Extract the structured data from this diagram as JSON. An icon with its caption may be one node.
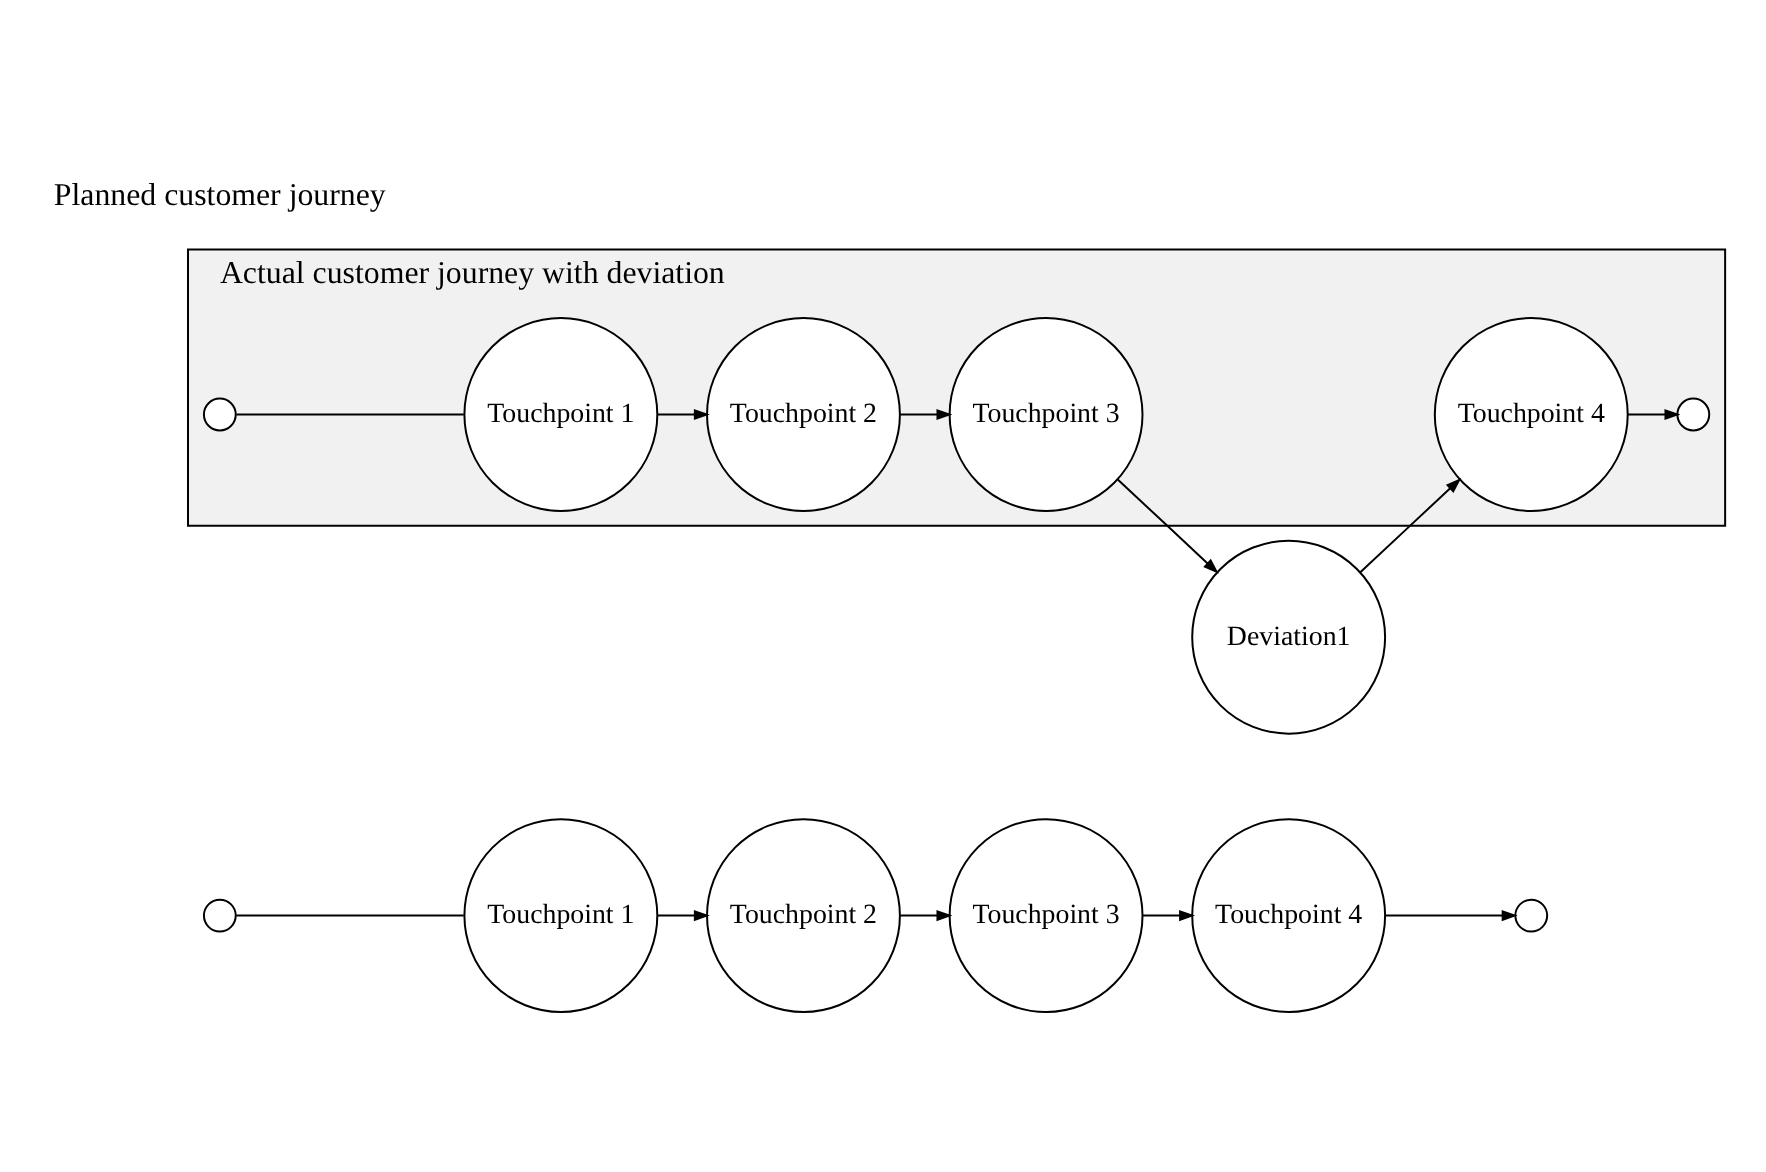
{
  "diagram": {
    "nodes": [
      {
        "text": [],
        "shape": "circle"
      },
      {
        "text": [
          "Touchpoint 1"
        ]
      },
      {
        "text": [
          "Touchpoint 2"
        ]
      },
      {
        "text": [
          "Touchpoint 3"
        ]
      },
      {
        "text": [
          "Touchpoint 4"
        ]
      },
      {
        "text": [],
        "shape": "circle"
      },
      {
        "text": [
          "Actual customer journey with deviation"
        ]
      },
      {
        "text": [],
        "shape": "circle",
        "in": 6
      },
      {
        "text": [
          "Touchpoint 1"
        ],
        "in": 6
      },
      {
        "text": [
          "Touchpoint 2"
        ],
        "in": 6
      },
      {
        "text": [
          "Touchpoint 3"
        ],
        "in": 6
      },
      {
        "text": [
          "Touchpoint 4"
        ],
        "in": 6
      },
      {
        "text": [],
        "shape": "circle",
        "in": 6
      },
      {
        "text": [
          "Deviation1"
        ]
      }
    ],
    "edges": [
      {
        "from": 0,
        "to": 1,
        "arrow": "none"
      },
      {
        "from": 1,
        "to": 2,
        "arrow": "to"
      },
      {
        "from": 2,
        "to": 3,
        "arrow": "to"
      },
      {
        "from": 3,
        "to": 4,
        "arrow": "to"
      },
      {
        "from": 4,
        "to": 5,
        "arrow": "to"
      },
      {
        "from": 7,
        "to": 8,
        "arrow": "none"
      },
      {
        "from": 8,
        "to": 9,
        "arrow": "to"
      },
      {
        "from": 9,
        "to": 10,
        "arrow": "to"
      },
      {
        "from": 10,
        "to": 13,
        "arrow": "to"
      },
      {
        "from": 13,
        "to": 11,
        "arrow": "to"
      },
      {
        "from": 11,
        "to": 12,
        "arrow": "to"
      }
    ],
    "labels": [
      "Planned customer journey"
    ]
  }
}
